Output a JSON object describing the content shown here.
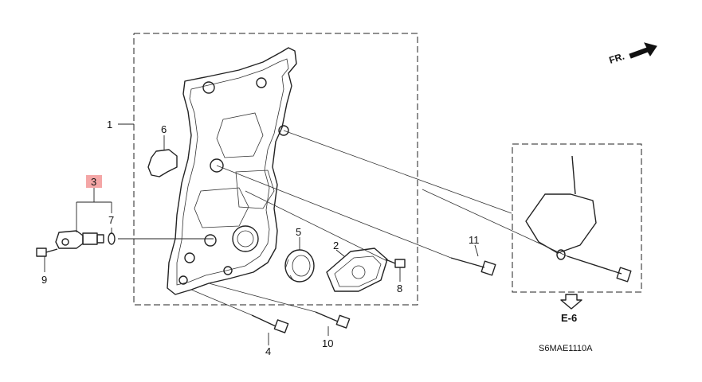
{
  "diagram": {
    "callouts": {
      "c1": "1",
      "c2": "2",
      "c3": "3",
      "c4": "4",
      "c5": "5",
      "c6": "6",
      "c7": "7",
      "c8": "8",
      "c9": "9",
      "c10": "10",
      "c11": "11"
    },
    "direction_label": "FR.",
    "reference_label": "E-6",
    "drawing_code": "S6MAE1110A",
    "highlight_color": "#f4a6a6"
  }
}
